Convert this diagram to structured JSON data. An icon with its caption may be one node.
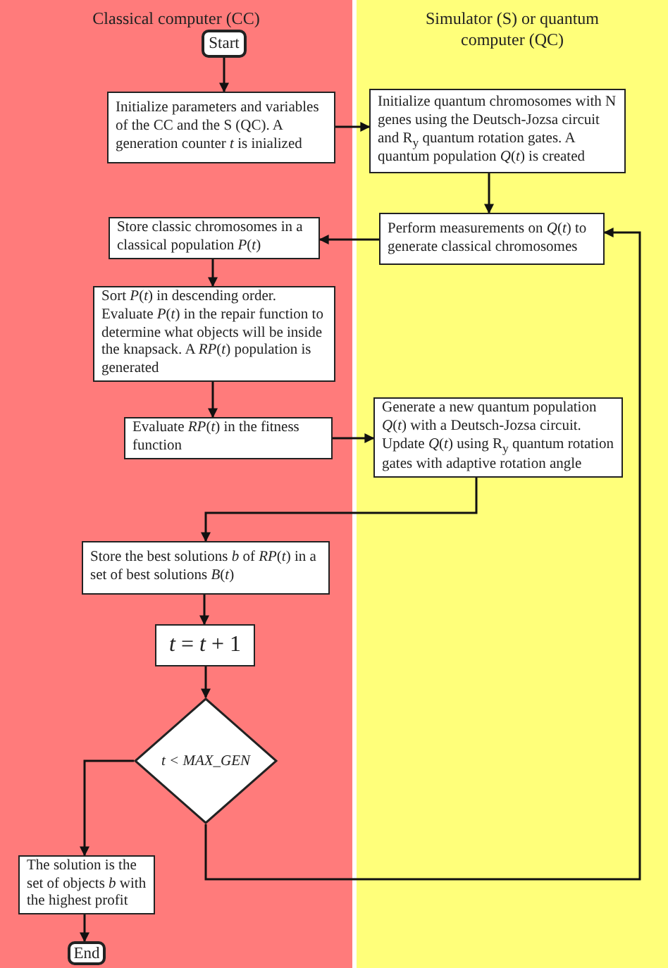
{
  "diagram": {
    "nodes": [
      {
        "text": [
          "Classical computer (CC)"
        ]
      },
      {
        "text": [
          "Simulator (S) or quantum computer (QC)"
        ]
      },
      {
        "text": [
          "Start"
        ],
        "in": 0
      },
      {
        "text": [
          "Initialize parameters and variables of the CC and the S (QC). A generation counter *t* is inialized"
        ],
        "in": 0
      },
      {
        "text": [
          "Initialize quantum chromosomes with N genes using the Deutsch-Jozsa circuit and R$_{y}$ quantum rotation gates. A quantum population *Q*(*t*) is created"
        ],
        "in": 1
      },
      {
        "text": [
          "Perform measurements on *Q*(*t*) to generate classical chromosomes"
        ],
        "in": 1
      },
      {
        "text": [
          "Store classic chromosomes in a classical population *P*(*t*)"
        ],
        "in": 0
      },
      {
        "text": [
          "Sort *P*(*t*) in descending order. Evaluate *P*(*t*) in the repair function to determine what objects will be inside the knapsack. A *RP*(*t*) population is generated"
        ],
        "in": 0
      },
      {
        "text": [
          "Evaluate *RP*(*t*) in the fitness function"
        ],
        "in": 0
      },
      {
        "text": [
          "Generate a new quantum population *Q*(*t*) with a Deutsch-Jozsa circuit. Update *Q*(*t*) using R$_{y}$ quantum rotation gates with adaptive rotation angle"
        ],
        "in": 1
      },
      {
        "text": [
          "Store the best solutions *b* of *RP*(*t*) in a set of best solutions *B*(*t*)"
        ],
        "in": 0
      },
      {
        "text": [
          "*t* = *t* + 1"
        ],
        "in": 0
      },
      {
        "text": [
          "t < MAX_GEN"
        ],
        "in": 0
      },
      {
        "text": [
          "The solution is the set of objects *b* with the highest profit"
        ],
        "in": 0
      },
      {
        "text": [
          "End"
        ],
        "in": 0
      }
    ],
    "edges": [
      {
        "from": 2,
        "to": 3,
        "arrow": "to"
      },
      {
        "from": 3,
        "to": 4,
        "arrow": "to"
      },
      {
        "from": 4,
        "to": 5,
        "arrow": "to"
      },
      {
        "from": 5,
        "to": 6,
        "arrow": "to"
      },
      {
        "from": 6,
        "to": 7,
        "arrow": "to"
      },
      {
        "from": 7,
        "to": 8,
        "arrow": "to"
      },
      {
        "from": 8,
        "to": 9,
        "arrow": "to"
      },
      {
        "from": 9,
        "to": 10,
        "arrow": "to"
      },
      {
        "from": 10,
        "to": 11,
        "arrow": "to"
      },
      {
        "from": 11,
        "to": 12,
        "arrow": "to"
      },
      {
        "from": 12,
        "to": 13,
        "arrow": "to"
      },
      {
        "from": 12,
        "to": 5,
        "arrow": "to"
      },
      {
        "from": 13,
        "to": 14,
        "arrow": "to"
      }
    ]
  }
}
